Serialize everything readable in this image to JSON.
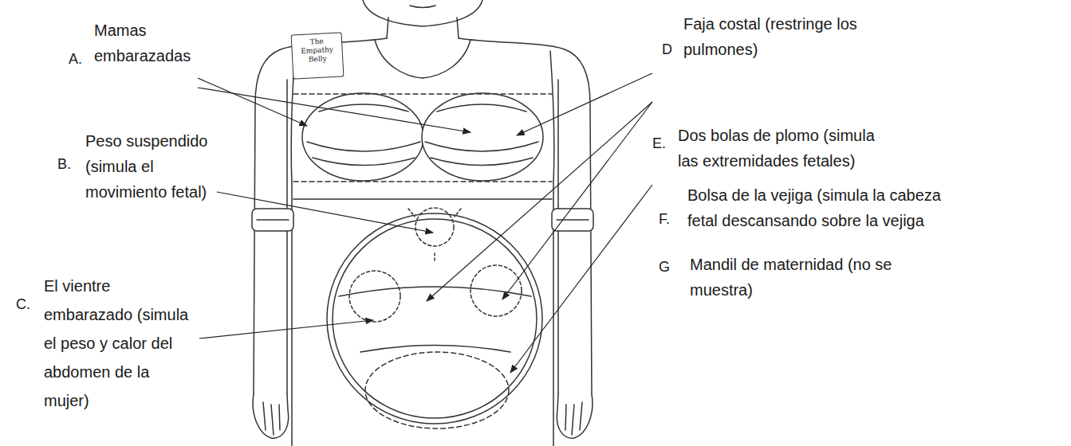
{
  "diagram": {
    "nodes": [
      {
        "text": [
          "The Empathy Belly"
        ]
      }
    ],
    "labels": [
      "A.",
      "Mamas embarazadas",
      "B.",
      "Peso suspendido (simula el movimiento fetal)",
      "C.",
      "El vientre embarazado (simula el peso y calor del abdomen de la mujer)",
      "D",
      "Faja costal (restringe los pulmones)",
      "E.",
      "Dos bolas de plomo (simula las extremidades fetales)",
      "F.",
      "Bolsa de la vejiga (simula la cabeza fetal descansando sobre la vejiga",
      "G",
      "Mandil de maternidad (no se muestra)"
    ]
  }
}
